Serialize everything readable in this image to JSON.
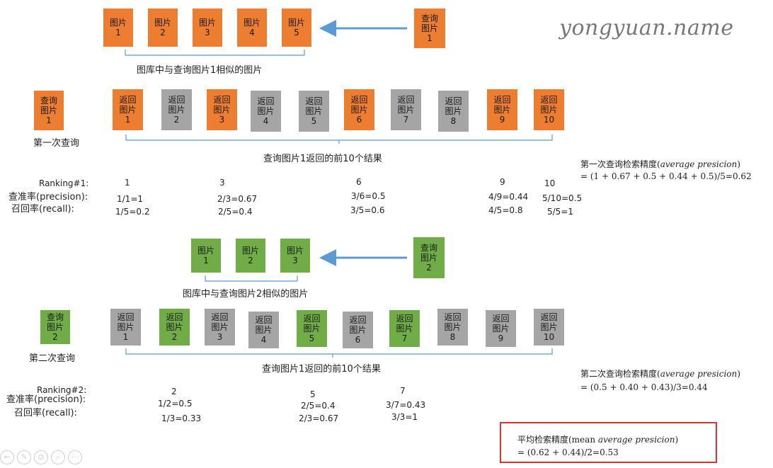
{
  "watermark": "yongyuan.name",
  "tile_word": "图片",
  "query_word": "查询",
  "return_word": "返回",
  "colors": {
    "relevant_q1": "#ed7d31",
    "relevant_q2": "#70ad47",
    "not_relevant": "#a5a5a5",
    "arrow": "#5b9bd5",
    "brace": "#5b9bd5",
    "highlight": "#e03030"
  },
  "q1": {
    "query_num": "1",
    "gallery_nums": [
      "1",
      "2",
      "3",
      "4",
      "5"
    ],
    "gallery_caption": "图库中与查询图片1相似的图片",
    "label": "第一次查询",
    "results_caption": "查询图片1返回的前10个结果",
    "results": [
      "1",
      "2",
      "3",
      "4",
      "5",
      "6",
      "7",
      "8",
      "9",
      "10"
    ],
    "ranking_label": "Ranking#1:",
    "precision_label": "查准率(precision):",
    "recall_label": "召回率(recall):",
    "ranks": [
      "1",
      "3",
      "6",
      "9",
      "10"
    ],
    "precision": [
      "1/1=1",
      "2/3=0.67",
      "3/6=0.5",
      "4/9=0.44",
      "5/10=0.5"
    ],
    "recall": [
      "1/5=0.2",
      "2/5=0.4",
      "3/5=0.6",
      "4/5=0.8",
      "5/5=1"
    ],
    "ap_title_prefix": "第一次查询检索精度(",
    "ap_title_italic": "average presicion",
    "ap_title_suffix": ")",
    "ap_formula": "= (1 + 0.67 + 0.5 + 0.44 + 0.5)/5=0.62"
  },
  "q2": {
    "query_num": "2",
    "gallery_nums": [
      "1",
      "2",
      "3"
    ],
    "gallery_caption": "图库中与查询图片2相似的图片",
    "label": "第二次查询",
    "results_caption": "查询图片1返回的前10个结果",
    "results": [
      "1",
      "2",
      "3",
      "4",
      "5",
      "6",
      "7",
      "8",
      "9",
      "10"
    ],
    "ranking_label": "Ranking#2:",
    "precision_label": "查准率(precision):",
    "recall_label": "召回率(recall):",
    "ranks": [
      "2",
      "5",
      "7"
    ],
    "precision": [
      "1/2=0.5",
      "2/5=0.4",
      "3/7=0.43"
    ],
    "recall": [
      "1/3=0.33",
      "2/3=0.67",
      "3/3=1"
    ],
    "ap_title_prefix": "第二次查询检索精度(",
    "ap_title_italic": "average presicion",
    "ap_title_suffix": ")",
    "ap_formula": "= (0.5 + 0.40 + 0.43)/3=0.44"
  },
  "mean_ap": {
    "title_prefix": "平均检索精度(mean ",
    "title_italic": "average presicion",
    "title_suffix": ")",
    "formula": "= (0.62 + 0.44)/2=0.53"
  },
  "toolbar_icons": [
    "arrow-left-icon",
    "pen-icon",
    "copy-icon",
    "zoom-icon",
    "more-icon"
  ],
  "toolbar_glyphs": [
    "←",
    "✎",
    "⧉",
    "⌕",
    "⋯"
  ]
}
